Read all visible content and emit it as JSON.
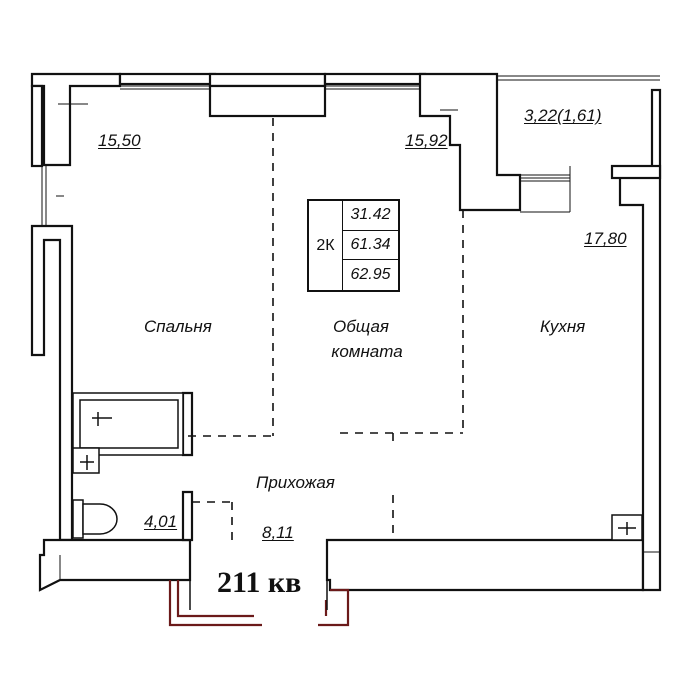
{
  "apartment": {
    "number_label": "211 кв",
    "type": "2К",
    "areas": [
      "31.42",
      "61.34",
      "62.95"
    ]
  },
  "rooms": {
    "bedroom": {
      "name": "Спальня",
      "area": "15,50"
    },
    "living": {
      "name_line1": "Общая",
      "name_line2": "комната",
      "area": "15,92"
    },
    "kitchen": {
      "name": "Кухня",
      "area": "17,80"
    },
    "hall": {
      "name": "Прихожая",
      "area": "8,11"
    },
    "bathroom": {
      "area": "4,01"
    },
    "balcony": {
      "area": "3,22(1,61)"
    }
  },
  "colors": {
    "wall": "#111111",
    "entrance_door": "#6b1a1a",
    "background": "#ffffff"
  }
}
